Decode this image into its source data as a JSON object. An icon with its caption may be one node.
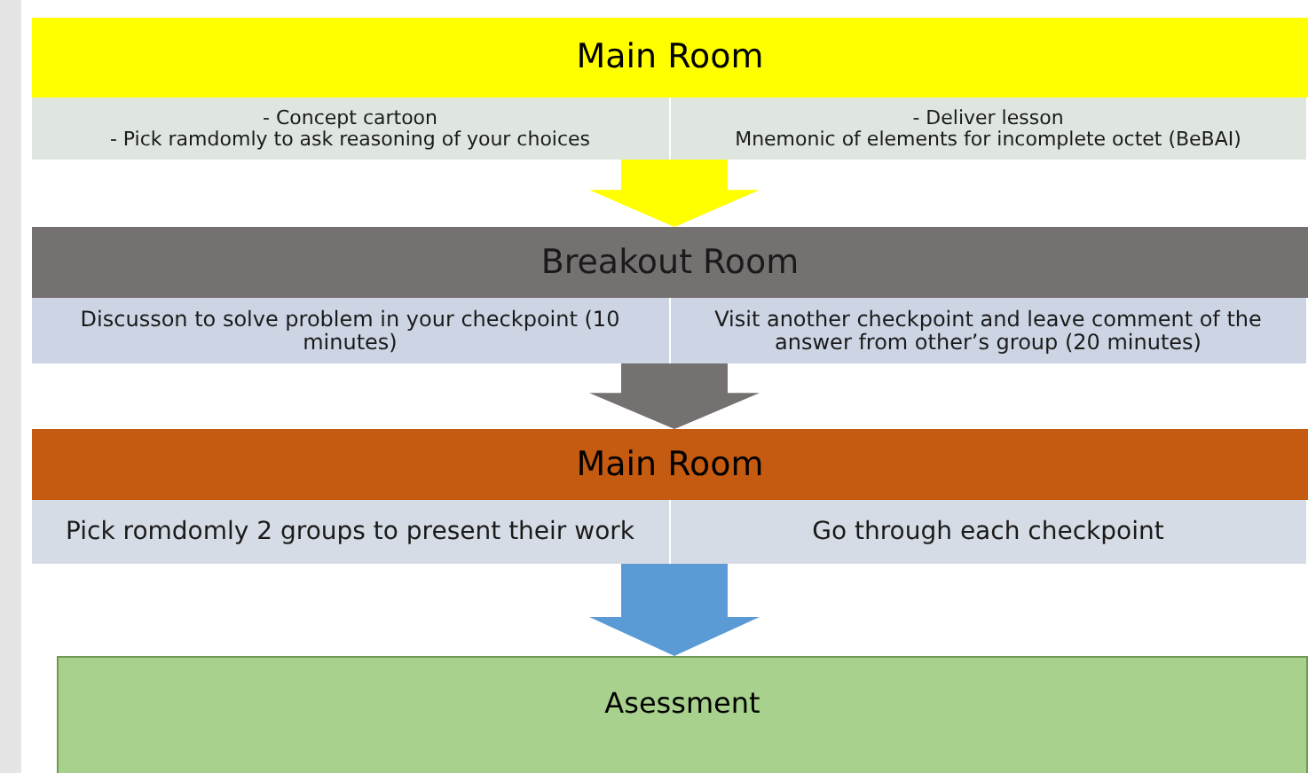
{
  "diagram": {
    "nodes": [
      {
        "text": [
          "Main Room"
        ]
      },
      {
        "text": [
          "- Concept cartoon",
          "- Pick ramdomly to ask reasoning of your choices"
        ],
        "in": 0
      },
      {
        "text": [
          "- Deliver lesson",
          "Mnemonic of elements for incomplete octet (BeBAI)"
        ],
        "in": 0
      },
      {
        "text": [
          "Breakout Room"
        ]
      },
      {
        "text": [
          "Discusson to solve problem in your checkpoint (10 minutes)"
        ],
        "in": 3
      },
      {
        "text": [
          "Visit another checkpoint and leave comment of the answer from other’s group (20 minutes)"
        ],
        "in": 3
      },
      {
        "text": [
          "Main Room"
        ]
      },
      {
        "text": [
          "Pick romdomly 2 groups to present their work"
        ],
        "in": 6
      },
      {
        "text": [
          "Go through each checkpoint"
        ],
        "in": 6
      },
      {
        "text": [
          "Asessment"
        ]
      }
    ],
    "edges": [
      {
        "from": 0,
        "to": 3,
        "arrow": "to",
        "style": "thick",
        "color": "#ffff00"
      },
      {
        "from": 3,
        "to": 6,
        "arrow": "to",
        "style": "thick",
        "color": "#767171"
      },
      {
        "from": 6,
        "to": 9,
        "arrow": "to",
        "style": "thick",
        "color": "#5b9bd5"
      }
    ]
  }
}
